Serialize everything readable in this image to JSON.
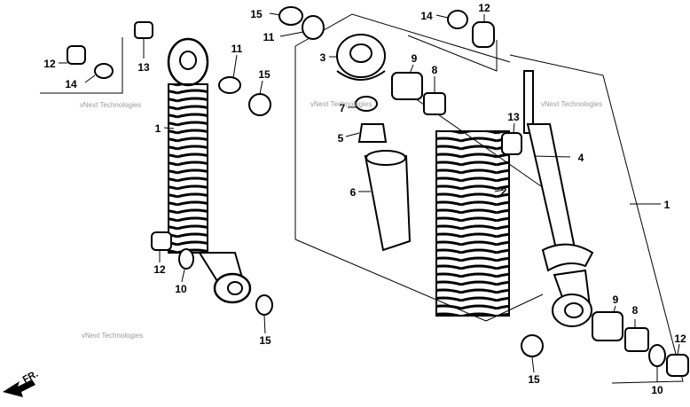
{
  "diagram": {
    "callouts": [
      "15",
      "11",
      "14",
      "12",
      "3",
      "9",
      "8",
      "12",
      "14",
      "13",
      "11",
      "15",
      "1",
      "7",
      "13",
      "5",
      "4",
      "6",
      "2",
      "1",
      "12",
      "10",
      "9",
      "8",
      "15",
      "15",
      "12",
      "10"
    ],
    "watermarks": [
      "vNext Technologies",
      "vNext Technologies",
      "vNext Technologies",
      "vNext Technologies"
    ],
    "direction_label": "FR."
  }
}
